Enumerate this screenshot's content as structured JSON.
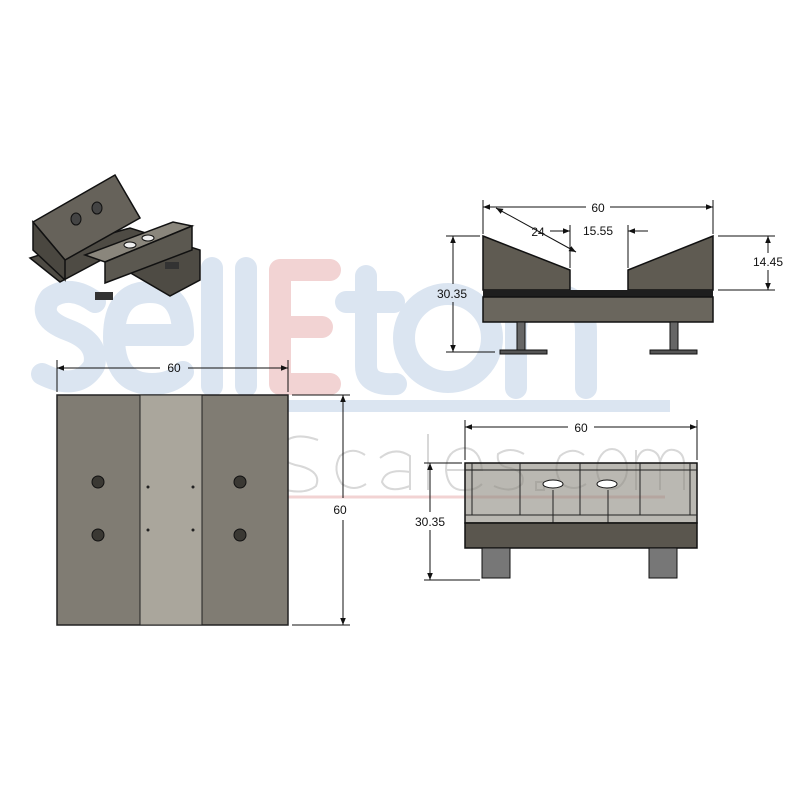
{
  "watermark": {
    "brand": "sellEton",
    "site": "Scales.com"
  },
  "colors": {
    "steel": "#5f5b52",
    "steel_light": "#8c887e",
    "channel": "#aaa69c",
    "watermark_blue": "#dbe5f1",
    "watermark_red": "#f2d3d3"
  },
  "views": {
    "isometric": {},
    "top_view": {
      "width_dim": "60",
      "depth_dim": "60"
    },
    "front_view": {
      "width_dim": "60",
      "slope_dim": "24",
      "gap_dim": "15.55",
      "height_dim": "30.35",
      "wedge_height_dim": "14.45"
    },
    "side_view": {
      "width_dim": "60",
      "height_dim": "30.35"
    }
  }
}
